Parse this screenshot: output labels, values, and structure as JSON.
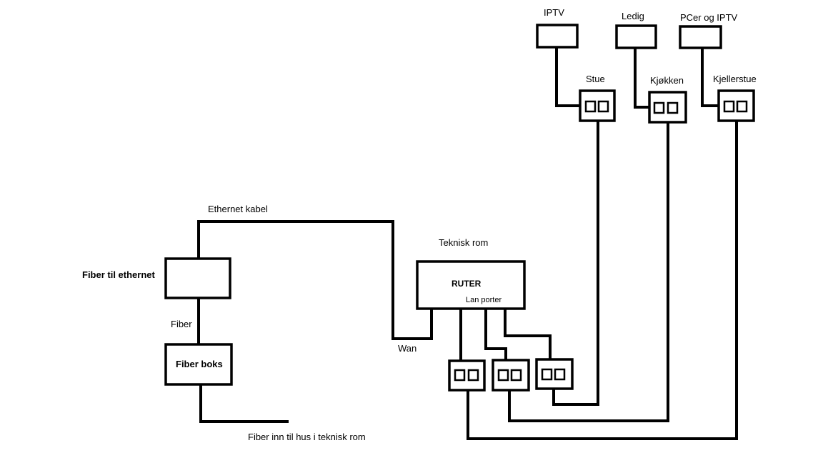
{
  "labels": {
    "iptv_top": "IPTV",
    "ledig": "Ledig",
    "pcer_og_iptv": "PCer og IPTV",
    "stue": "Stue",
    "kjokken": "Kjøkken",
    "kjellerstue": "Kjellerstue",
    "ethernet_kabel": "Ethernet kabel",
    "teknisk_rom": "Teknisk rom",
    "fiber_til_ethernet": "Fiber til ethernet",
    "ruter": "RUTER",
    "lan_porter": "Lan porter",
    "fiber": "Fiber",
    "wan": "Wan",
    "fiber_boks": "Fiber boks",
    "fiber_inn": "Fiber inn til hus i teknisk rom"
  }
}
